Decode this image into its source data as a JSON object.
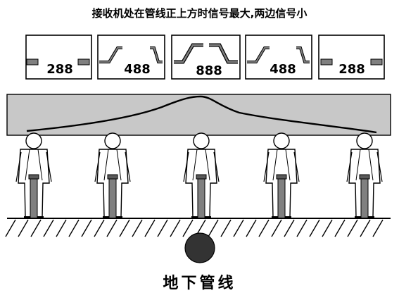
{
  "title": "接收机处在管线正上方时信号最大,两边信号小",
  "caption": "地下管线",
  "displays": [
    {
      "reading": "288"
    },
    {
      "reading": "488"
    },
    {
      "reading": "888"
    },
    {
      "reading": "488"
    },
    {
      "reading": "288"
    }
  ],
  "colors": {
    "band": "#c8c8c8",
    "pipe": "#333333",
    "stroke": "#000000",
    "receiver": "#808080"
  }
}
